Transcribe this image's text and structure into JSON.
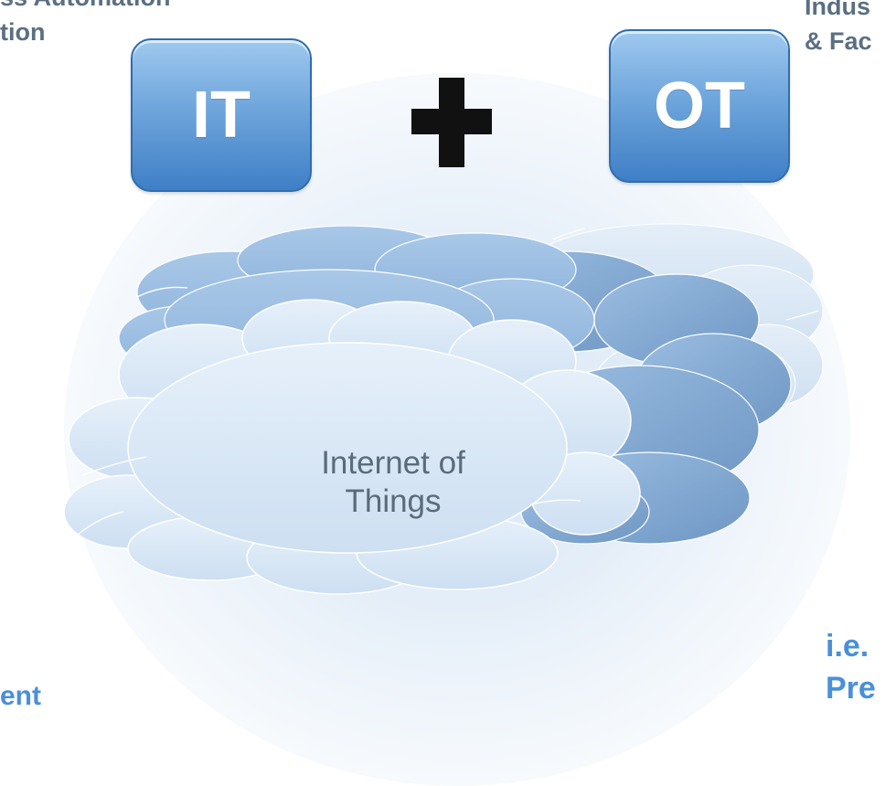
{
  "diagram": {
    "iot_label": "Internet  of\nThings",
    "left_tile": "IT",
    "right_tile": "OT",
    "plus_symbol": "+"
  },
  "corner_labels": {
    "top_left": "ss Automation\ntion",
    "top_right": "Indus\n& Fac",
    "bottom_left": "ent",
    "bottom_right": "i.e.\nPre"
  },
  "colors": {
    "corner_text_gray": "#5b6f82",
    "accent_blue": "#4a90d9",
    "tile_top": "#9fc9ef",
    "tile_bottom": "#3f7fc6",
    "cloud_back": "#8eb1d8",
    "cloud_front": "#d8e7f6",
    "label_gray": "#5a6b7a"
  }
}
